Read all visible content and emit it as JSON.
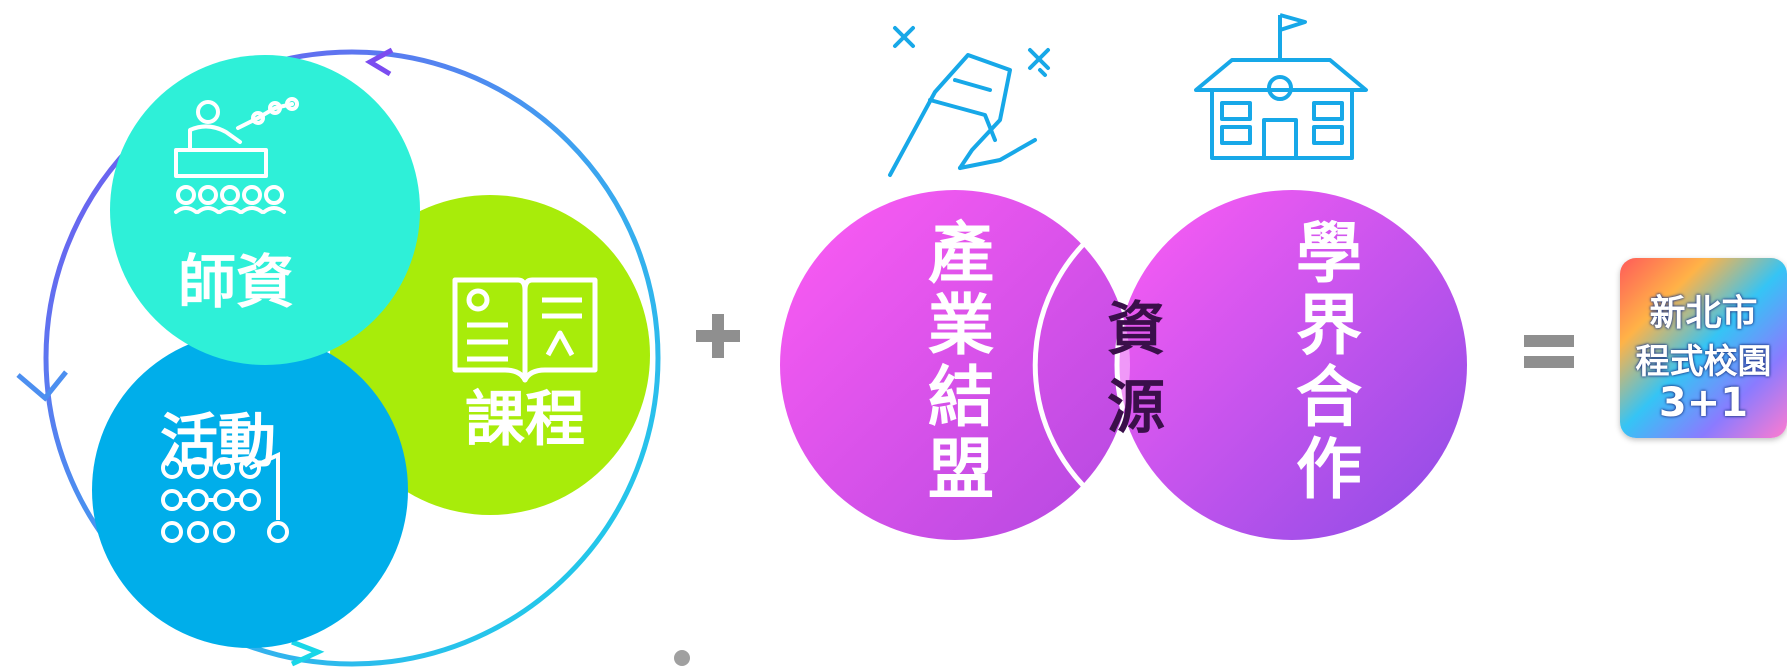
{
  "cycle": {
    "teacher_label": "師資",
    "activity_label": "活動",
    "course_label": "課程"
  },
  "plus_symbol": "+",
  "venn": {
    "left_label": "產業結盟",
    "right_label": "學界合作",
    "overlap_label": "資源"
  },
  "equals_symbol": "=",
  "logo": {
    "line1": "新北市",
    "line2": "程式校園",
    "line3": "3+1"
  },
  "colors": {
    "teal": "#2ef0d8",
    "blue": "#00aeea",
    "lime": "#a8ec0a",
    "magenta": "#f060f0",
    "purple": "#a050e6",
    "icon_blue": "#17a8e8",
    "operator_gray": "#8f8f8f"
  },
  "icons": {
    "teacher": "presenter-icon",
    "activity": "group-network-icon",
    "course": "open-book-icon",
    "industry": "handshake-icon",
    "academia": "school-building-icon"
  }
}
